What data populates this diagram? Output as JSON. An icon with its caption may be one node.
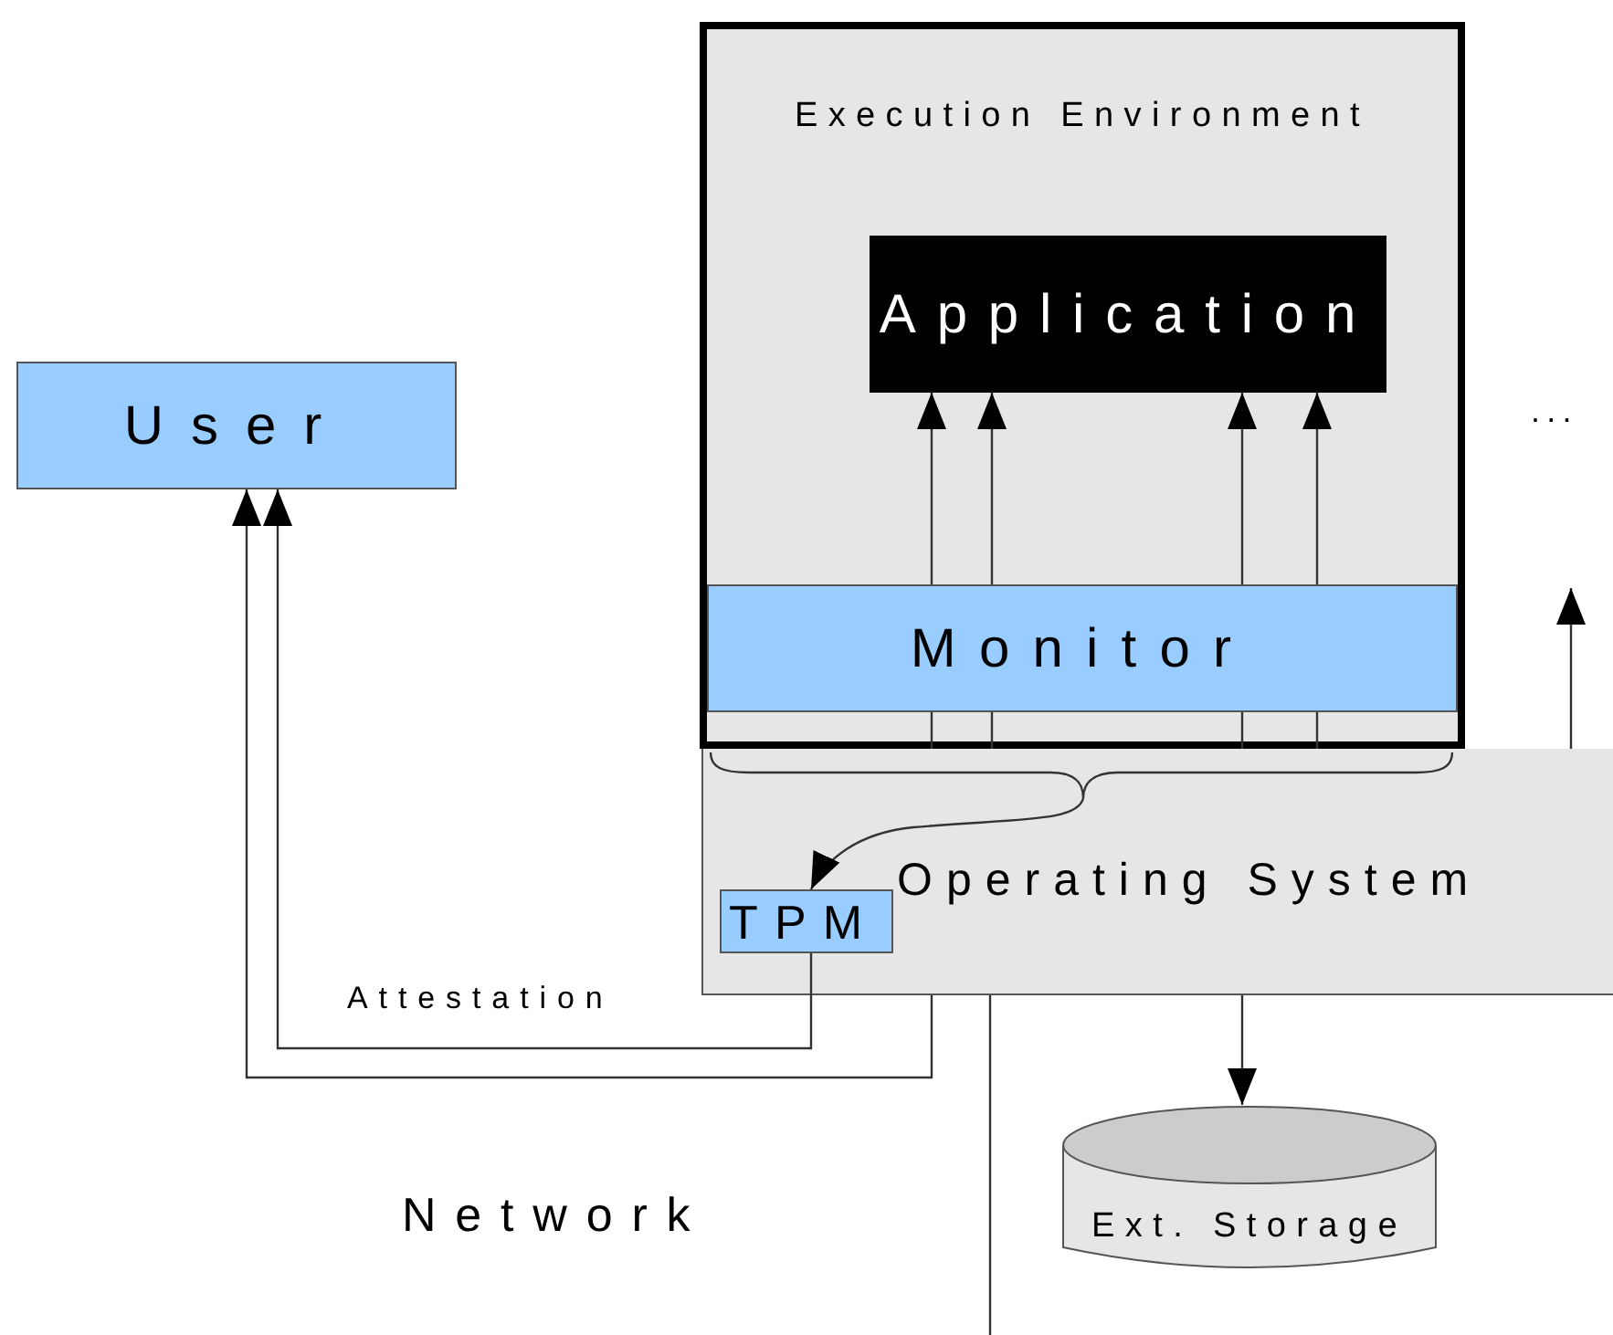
{
  "diagram": {
    "nodes": [
      {
        "text": [
          "Execution Environment"
        ]
      },
      {
        "text": [
          "Application"
        ],
        "in": 0
      },
      {
        "text": [
          "Monitor"
        ],
        "in": 0
      },
      {
        "text": [
          "User"
        ]
      },
      {
        "text": [
          "Operating System"
        ]
      },
      {
        "text": [
          "TPM"
        ],
        "in": 4
      },
      {
        "text": [
          "Ext. Storage"
        ]
      }
    ],
    "edges": [
      {
        "from": 2,
        "to": 1,
        "arrow": "to"
      },
      {
        "from": 2,
        "to": 1,
        "arrow": "to"
      },
      {
        "from": 2,
        "to": 1,
        "arrow": "to"
      },
      {
        "from": 2,
        "to": 1,
        "arrow": "to"
      },
      {
        "from": 0,
        "to": 5,
        "arrow": "to"
      },
      {
        "from": 5,
        "to": 3,
        "arrow": "to",
        "label": "Attestation"
      },
      {
        "from": 4,
        "to": 3,
        "arrow": "to"
      },
      {
        "from": 4,
        "to": 6,
        "arrow": "to"
      },
      {
        "from": 4,
        "to": null,
        "arrow": "to"
      },
      {
        "from": 4,
        "to": null,
        "arrow": "none"
      },
      {
        "from": 4,
        "to": 2,
        "arrow": "none"
      },
      {
        "from": 4,
        "to": 2,
        "arrow": "none"
      },
      {
        "from": 4,
        "to": 2,
        "arrow": "none"
      },
      {
        "from": 4,
        "to": 2,
        "arrow": "none"
      }
    ],
    "labels": [
      "...",
      "Network"
    ]
  }
}
